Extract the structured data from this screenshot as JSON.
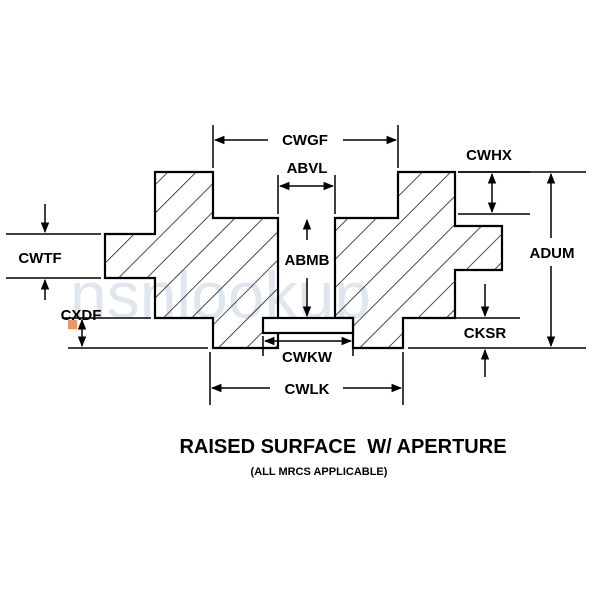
{
  "labels": {
    "cwgf": "CWGF",
    "abvl": "ABVL",
    "cwhx": "CWHX",
    "cwtf": "CWTF",
    "adum": "ADUM",
    "abmb": "ABMB",
    "cxdf": "CXDF",
    "cksr": "CKSR",
    "cwkw": "CWKW",
    "cwlk": "CWLK"
  },
  "title": "RAISED SURFACE  W/ APERTURE",
  "subtitle": "(ALL MRCS APPLICABLE)",
  "watermark": "nsnlookup",
  "colors": {
    "line": "#000000",
    "watermark": "#9fb0c6",
    "watermark_dot": "#e87a3d"
  }
}
